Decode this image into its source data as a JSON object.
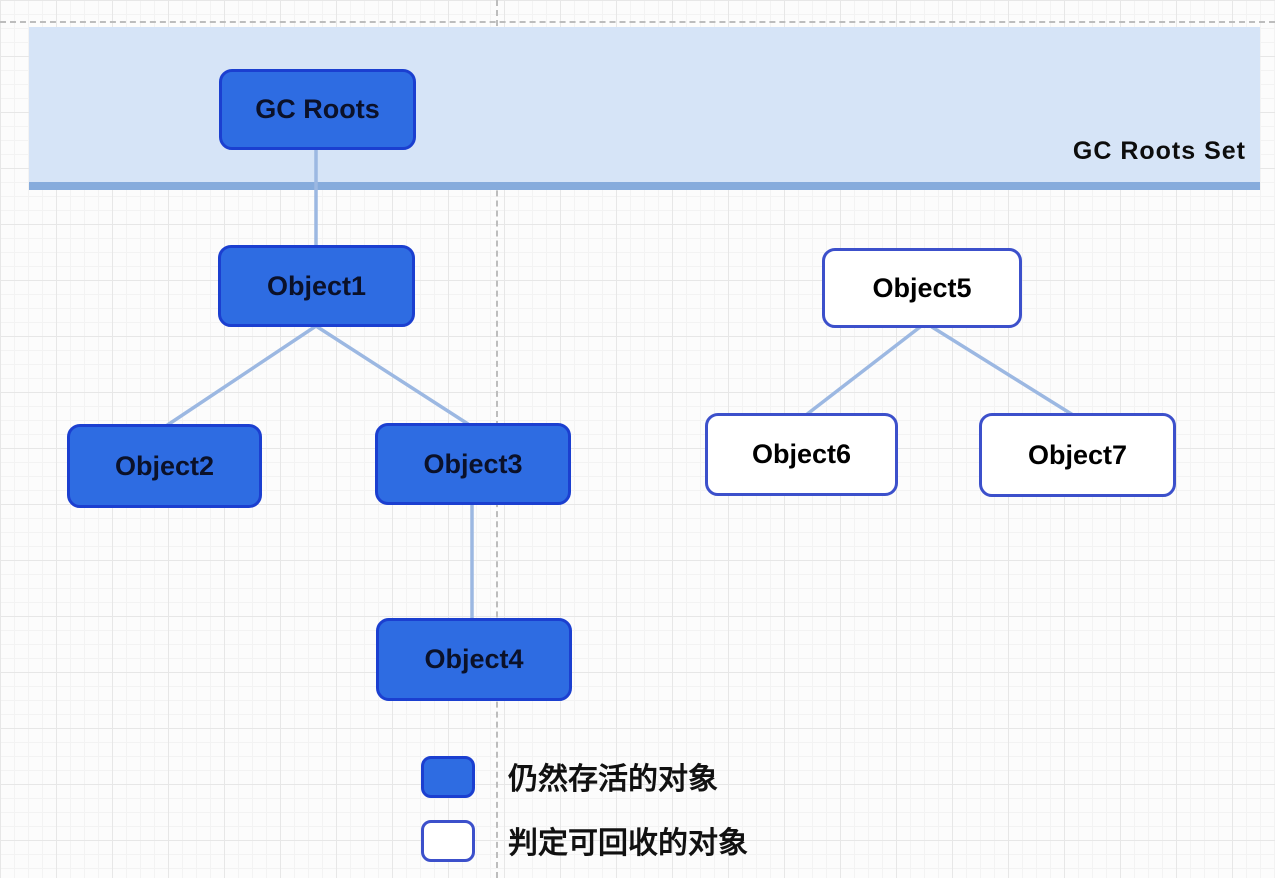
{
  "diagram": {
    "band": {
      "label": "GC Roots Set"
    },
    "nodes": {
      "gc_roots": {
        "label": "GC Roots",
        "state": "alive"
      },
      "object1": {
        "label": "Object1",
        "state": "alive"
      },
      "object2": {
        "label": "Object2",
        "state": "alive"
      },
      "object3": {
        "label": "Object3",
        "state": "alive"
      },
      "object4": {
        "label": "Object4",
        "state": "alive"
      },
      "object5": {
        "label": "Object5",
        "state": "collectable"
      },
      "object6": {
        "label": "Object6",
        "state": "collectable"
      },
      "object7": {
        "label": "Object7",
        "state": "collectable"
      }
    },
    "edges": [
      {
        "from": "gc_roots",
        "to": "object1"
      },
      {
        "from": "object1",
        "to": "object2"
      },
      {
        "from": "object1",
        "to": "object3"
      },
      {
        "from": "object3",
        "to": "object4"
      },
      {
        "from": "object5",
        "to": "object6"
      },
      {
        "from": "object5",
        "to": "object7"
      }
    ],
    "legend": {
      "alive_label": "仍然存活的对象",
      "collectable_label": "判定可回收的对象"
    },
    "colors": {
      "alive_fill": "#2e6ce2",
      "alive_border": "#1b3fd0",
      "collectable_fill": "#ffffff",
      "collectable_border": "#3c50cb",
      "band_fill": "#d6e4f7",
      "band_edge": "#86abdc",
      "connector": "#9cb8e2",
      "dashed_guide": "#bdbdbd"
    }
  }
}
